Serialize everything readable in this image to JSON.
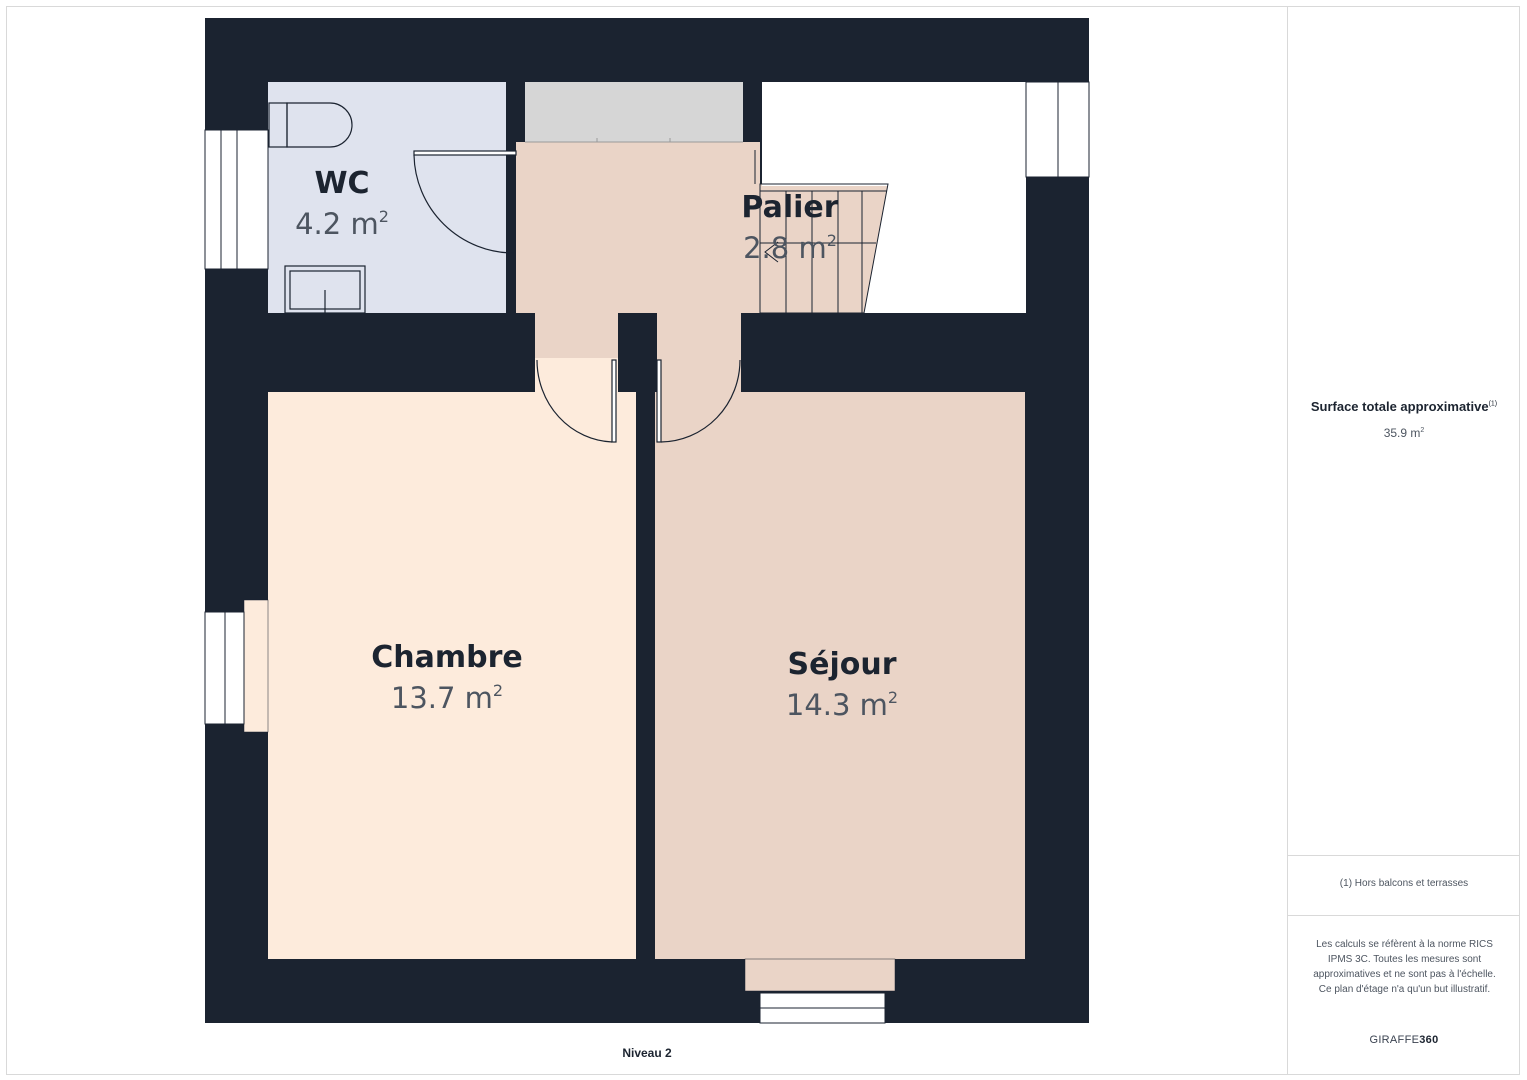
{
  "colors": {
    "wall": "#1b2330",
    "wc_fill": "#dfe3ee",
    "palier_fill": "#ead4c7",
    "chambre_fill": "#fdebdc",
    "sejour_fill": "#ead4c7",
    "storage_fill": "#d6d6d6",
    "line": "#1b2330"
  },
  "rooms": {
    "wc": {
      "name": "WC",
      "area_value": "4.2 m",
      "area_unit_sup": "2"
    },
    "palier": {
      "name": "Palier",
      "area_value": "2.8 m",
      "area_unit_sup": "2"
    },
    "chambre": {
      "name": "Chambre",
      "area_value": "13.7 m",
      "area_unit_sup": "2"
    },
    "sejour": {
      "name": "Séjour",
      "area_value": "14.3 m",
      "area_unit_sup": "2"
    }
  },
  "level_label": "Niveau 2",
  "panel": {
    "total_title": "Surface totale approximative",
    "total_title_sup": "(1)",
    "total_value": "35.9 m",
    "total_value_sup": "2",
    "footnote": "(1) Hors balcons et terrasses",
    "disclaimer": "Les calculs se réfèrent à la norme RICS IPMS 3C. Toutes les mesures sont approximatives et ne sont pas à l'échelle. Ce plan d'étage n'a qu'un but illustratif.",
    "brand_prefix": "GIRAFFE",
    "brand_suffix": "360"
  },
  "icons": [
    "toilet-icon",
    "sink-icon",
    "staircase-icon",
    "door-swing-icon",
    "window-icon"
  ]
}
